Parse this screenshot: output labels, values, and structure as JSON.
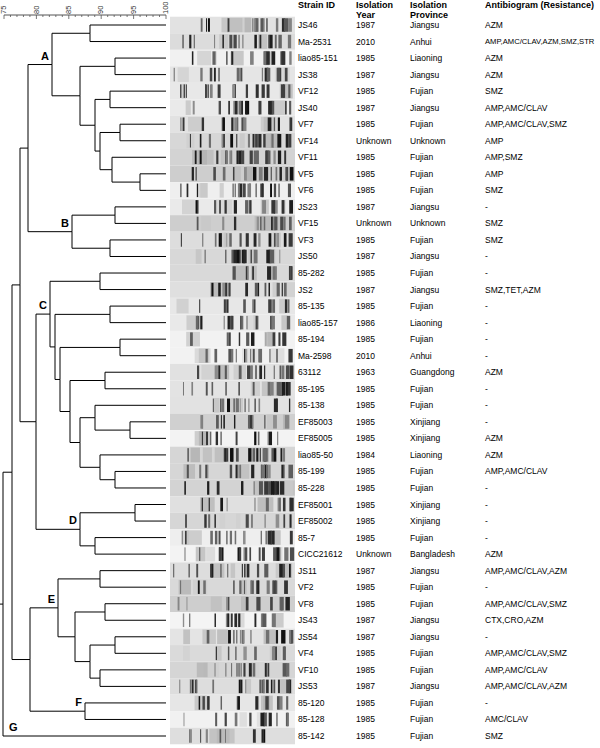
{
  "diagram": {
    "labels": [
      "75",
      "80",
      "85",
      "90",
      "95",
      "100",
      "A",
      "B",
      "C",
      "D",
      "E",
      "F",
      "G",
      "Strain ID",
      "Isolation Year",
      "Isolation Province",
      "Antibiogram (Resistance)",
      "JS46",
      "1987",
      "Jiangsu",
      "AZM",
      "Ma-2531",
      "2010",
      "Anhui",
      "AMP,AMC/CLAV,AZM,SMZ,STR",
      "liao85-151",
      "1985",
      "Liaoning",
      "AZM",
      "JS38",
      "1987",
      "Jiangsu",
      "AZM",
      "VF12",
      "1985",
      "Fujian",
      "SMZ",
      "JS40",
      "1987",
      "Jiangsu",
      "AMP,AMC/CLAV",
      "VF7",
      "1985",
      "Fujian",
      "AMP,AMC/CLAV,SMZ",
      "VF14",
      "Unknown",
      "Unknown",
      "AMP",
      "VF11",
      "1985",
      "Fujian",
      "AMP,SMZ",
      "VF5",
      "1985",
      "Fujian",
      "AMP",
      "VF6",
      "1985",
      "Fujian",
      "SMZ",
      "JS23",
      "1987",
      "Jiangsu",
      "-",
      "VF15",
      "Unknown",
      "Unknown",
      "SMZ",
      "VF3",
      "1985",
      "Fujian",
      "SMZ",
      "JS50",
      "1987",
      "Jiangsu",
      "-",
      "85-282",
      "1985",
      "Fujian",
      "-",
      "JS2",
      "1987",
      "Jiangsu",
      "SMZ,TET,AZM",
      "85-135",
      "1985",
      "Fujian",
      "-",
      "liao85-157",
      "1986",
      "Liaoning",
      "-",
      "85-194",
      "1985",
      "Fujian",
      "-",
      "Ma-2598",
      "2010",
      "Anhui",
      "-",
      "63112",
      "1963",
      "Guangdong",
      "AZM",
      "85-195",
      "1985",
      "Fujian",
      "-",
      "85-138",
      "1985",
      "Fujian",
      "-",
      "EF85003",
      "1985",
      "Xinjiang",
      "-",
      "EF85005",
      "1985",
      "Xinjiang",
      "AZM",
      "liao85-50",
      "1984",
      "Liaoning",
      "AZM",
      "85-199",
      "1985",
      "Fujian",
      "AMP,AMC/CLAV",
      "85-228",
      "1985",
      "Fujian",
      "-",
      "EF85001",
      "1985",
      "Xinjiang",
      "-",
      "EF85002",
      "1985",
      "Xinjiang",
      "-",
      "85-7",
      "1985",
      "Fujian",
      "-",
      "CICC21612",
      "Unknown",
      "Bangladesh",
      "AZM",
      "JS11",
      "1987",
      "Jiangsu",
      "AMP,AMC/CLAV,AZM",
      "VF2",
      "1985",
      "Fujian",
      "-",
      "VF8",
      "1985",
      "Fujian",
      "AMP,AMC/CLAV,SMZ",
      "JS43",
      "1987",
      "Jiangsu",
      "CTX,CRO,AZM",
      "JS54",
      "1987",
      "Jiangsu",
      "-",
      "VF4",
      "1985",
      "Fujian",
      "AMP,AMC/CLAV,SMZ",
      "VF10",
      "1985",
      "Fujian",
      "AMP,AMC/CLAV",
      "JS53",
      "1987",
      "Jiangsu",
      "AMP,AMC/CLAV,AZM",
      "85-120",
      "1985",
      "Fujian",
      "-",
      "85-128",
      "1985",
      "Fujian",
      "AMC/CLAV",
      "85-142",
      "1985",
      "Fujian",
      "SMZ"
    ]
  }
}
